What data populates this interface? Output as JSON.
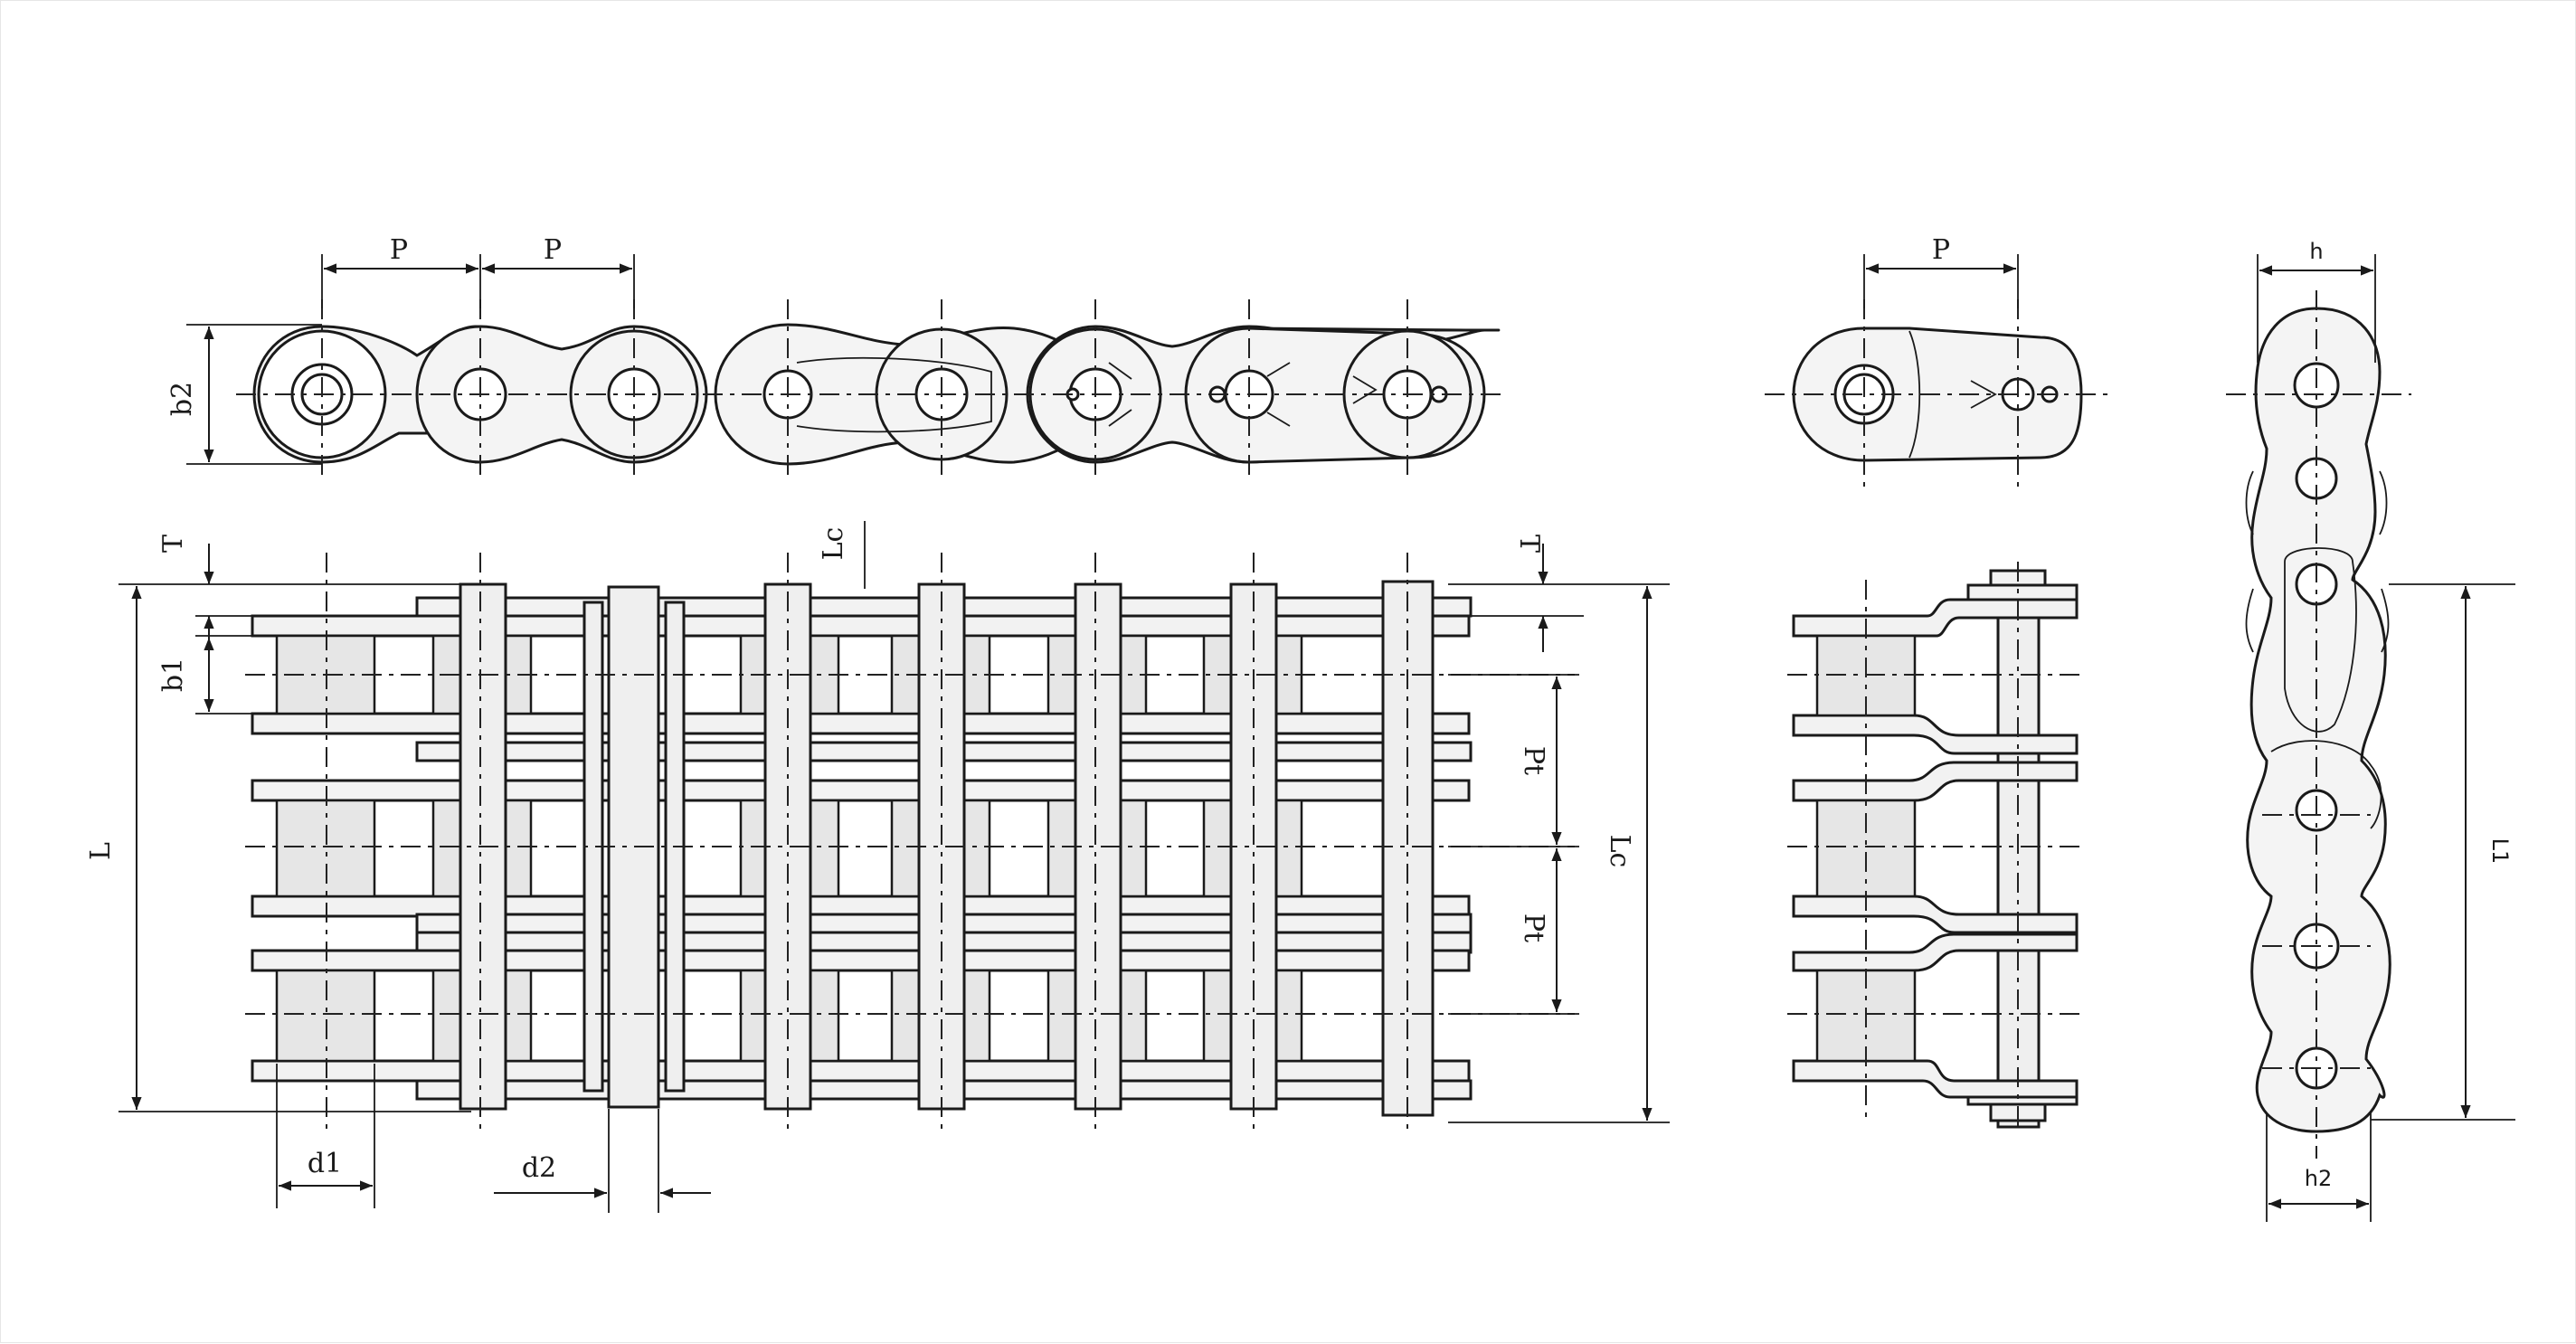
{
  "labels": {
    "p": "P",
    "b2": "b2",
    "t": "T",
    "b1": "b1",
    "l": "L",
    "lc": "Lc",
    "pt": "Pt",
    "d1": "d1",
    "d2": "d2",
    "h": "h",
    "h2_bottom": "h2",
    "l1": "L1"
  }
}
